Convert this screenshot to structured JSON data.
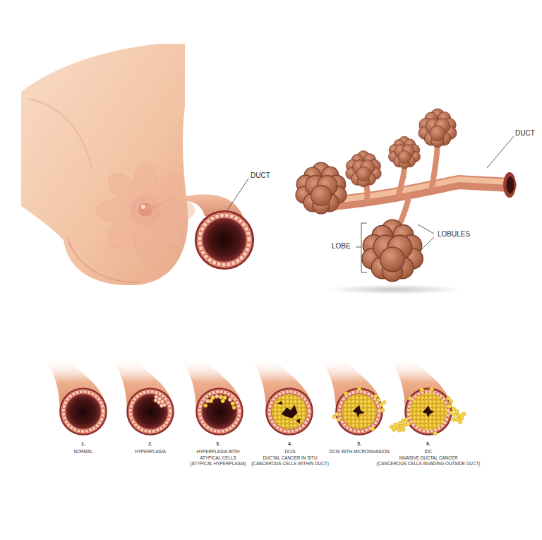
{
  "diagram": {
    "labels": [
      "DUCT",
      "DUCT",
      "LOBULES",
      "LOBE",
      "1.",
      "NORMAL",
      "2.",
      "HYPERPLASIA",
      "3.",
      "HYPERPLASIA WITH ATYPICAL CELLS",
      "(ATYPICAL HYPERPLASIA)",
      "4.",
      "DCIS",
      "DUCTAL CANCER IN SITU",
      "(CANCEROUS CELLS WITHIN DUCT)",
      "5.",
      "DCIS WITH MICROINVASION",
      "6.",
      "IDC",
      "INVASIVE DUCTAL CANCER",
      "(CANCEROUS CELLS INVADING OUTSIDE DUCT)"
    ]
  }
}
